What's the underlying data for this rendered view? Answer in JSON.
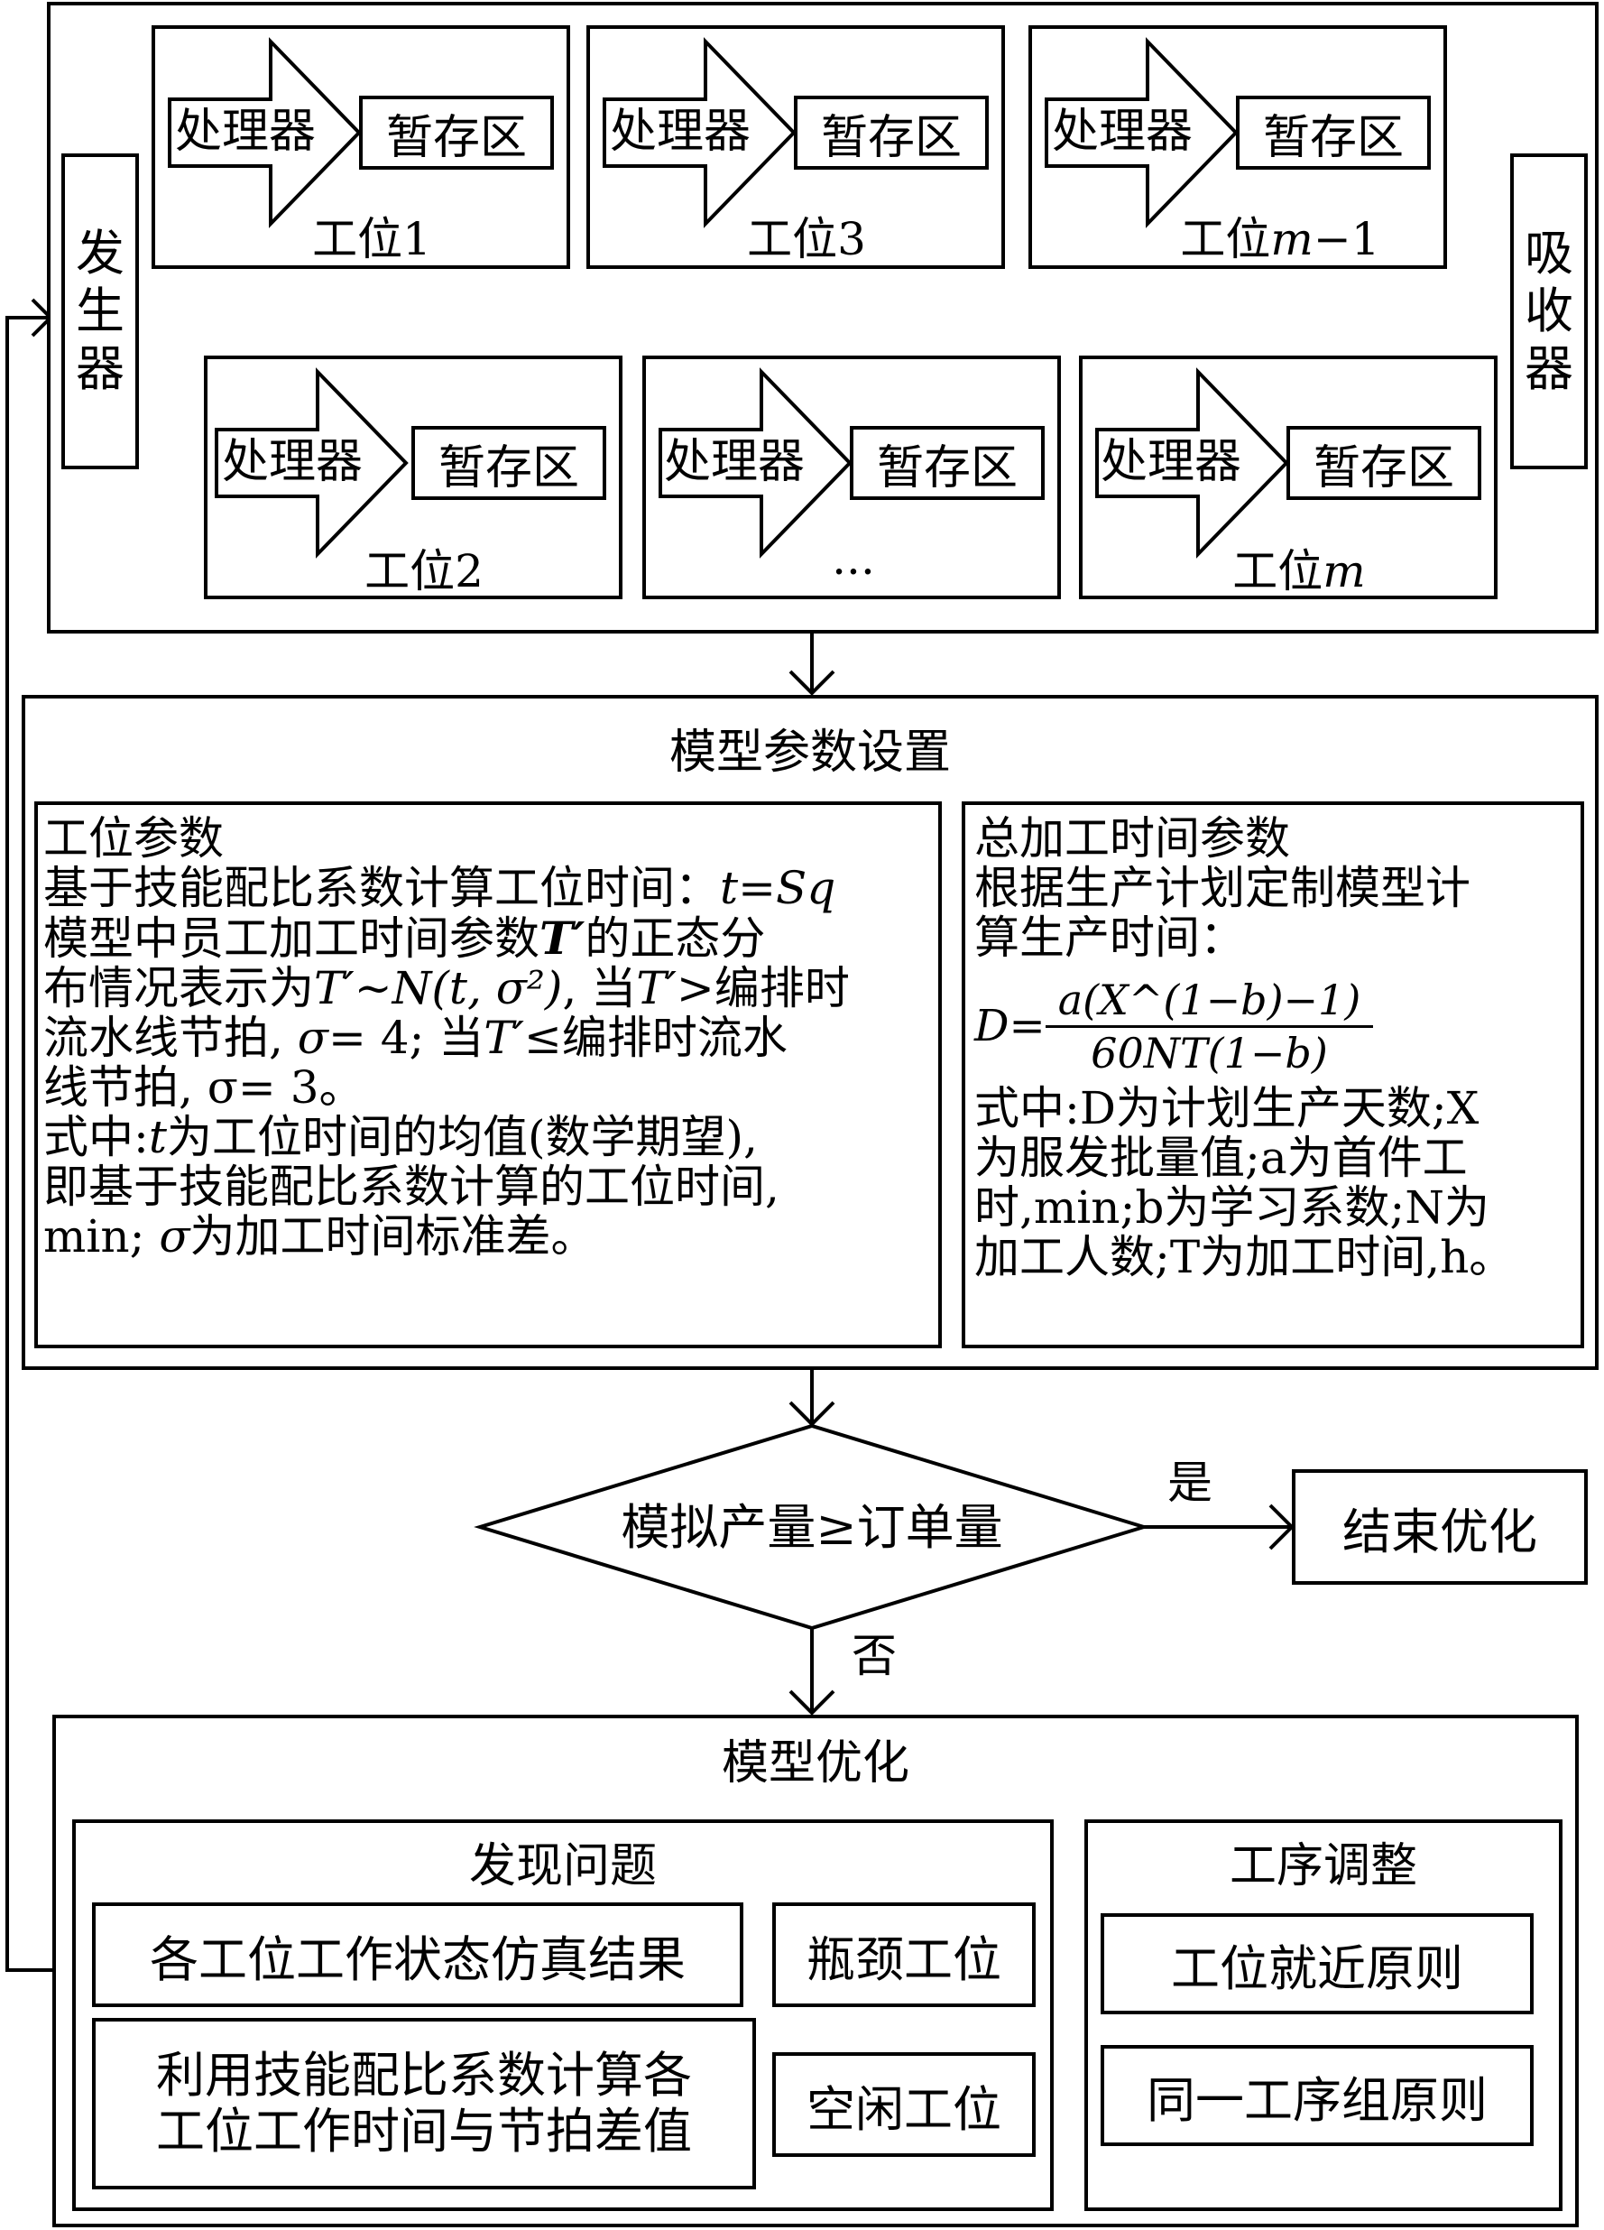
{
  "simulation": {
    "generator_chars": [
      "发",
      "生",
      "器"
    ],
    "absorber_chars": [
      "吸",
      "收",
      "器"
    ],
    "stations": [
      {
        "processor": "处理器",
        "buffer": "暂存区",
        "label": "工位1"
      },
      {
        "processor": "处理器",
        "buffer": "暂存区",
        "label": "工位3"
      },
      {
        "processor": "处理器",
        "buffer": "暂存区",
        "label_prefix": "工位",
        "label_var": "m",
        "label_suffix": "−1"
      },
      {
        "processor": "处理器",
        "buffer": "暂存区",
        "label": "工位2"
      },
      {
        "processor": "处理器",
        "buffer": "暂存区",
        "label": "..."
      },
      {
        "processor": "处理器",
        "buffer": "暂存区",
        "label_prefix": "工位",
        "label_var": "m"
      }
    ]
  },
  "model_params": {
    "title": "模型参数设置",
    "left": {
      "heading": "工位参数",
      "line1_text": "基于技能配比系数计算工位时间：",
      "line1_formula": "t=Sq",
      "line2_a": "模型中员工加工时间参数",
      "line2_var": "T′",
      "line2_b": "的正态分",
      "line3_a": "布情况表示为",
      "line3_math": "T′~N(t, σ²)",
      "line3_b": ", 当",
      "line3_var": "T′",
      "line3_c": ">编排时",
      "line4_a": "流水线节拍, ",
      "line4_math": "σ",
      "line4_b": "= 4; 当",
      "line4_var": "T′",
      "line4_c": "≤编排时流水",
      "line5": "线节拍, σ= 3。",
      "line6_a": "式中:",
      "line6_var": "t",
      "line6_b": "为工位时间的均值(数学期望),",
      "line7": "即基于技能配比系数计算的工位时间,",
      "line8_a": "min; ",
      "line8_var": "σ",
      "line8_b": "为加工时间标准差。"
    },
    "right": {
      "heading": "总加工时间参数",
      "line1": "根据生产计划定制模型计",
      "line2": "算生产时间：",
      "formula_lhs": "D=",
      "formula_num": "a(X^(1−b)−1)",
      "formula_den": "60NT(1−b)",
      "line3": "式中:D为计划生产天数;X",
      "line4": "为服发批量值;a为首件工",
      "line5": "时,min;b为学习系数;N为",
      "line6": "加工人数;T为加工时间,h。"
    }
  },
  "decision": {
    "text": "模拟产量≥订单量",
    "yes_label": "是",
    "no_label": "否",
    "end_text": "结束优化"
  },
  "optimization": {
    "title": "模型优化",
    "find_problem": {
      "title": "发现问题",
      "item1": "各工位工作状态仿真结果",
      "item2_line1": "利用技能配比系数计算各",
      "item2_line2": "工位工作时间与节拍差值",
      "bottleneck": "瓶颈工位",
      "idle": "空闲工位"
    },
    "adjust": {
      "title": "工序调整",
      "rule1": "工位就近原则",
      "rule2": "同一工序组原则"
    }
  }
}
